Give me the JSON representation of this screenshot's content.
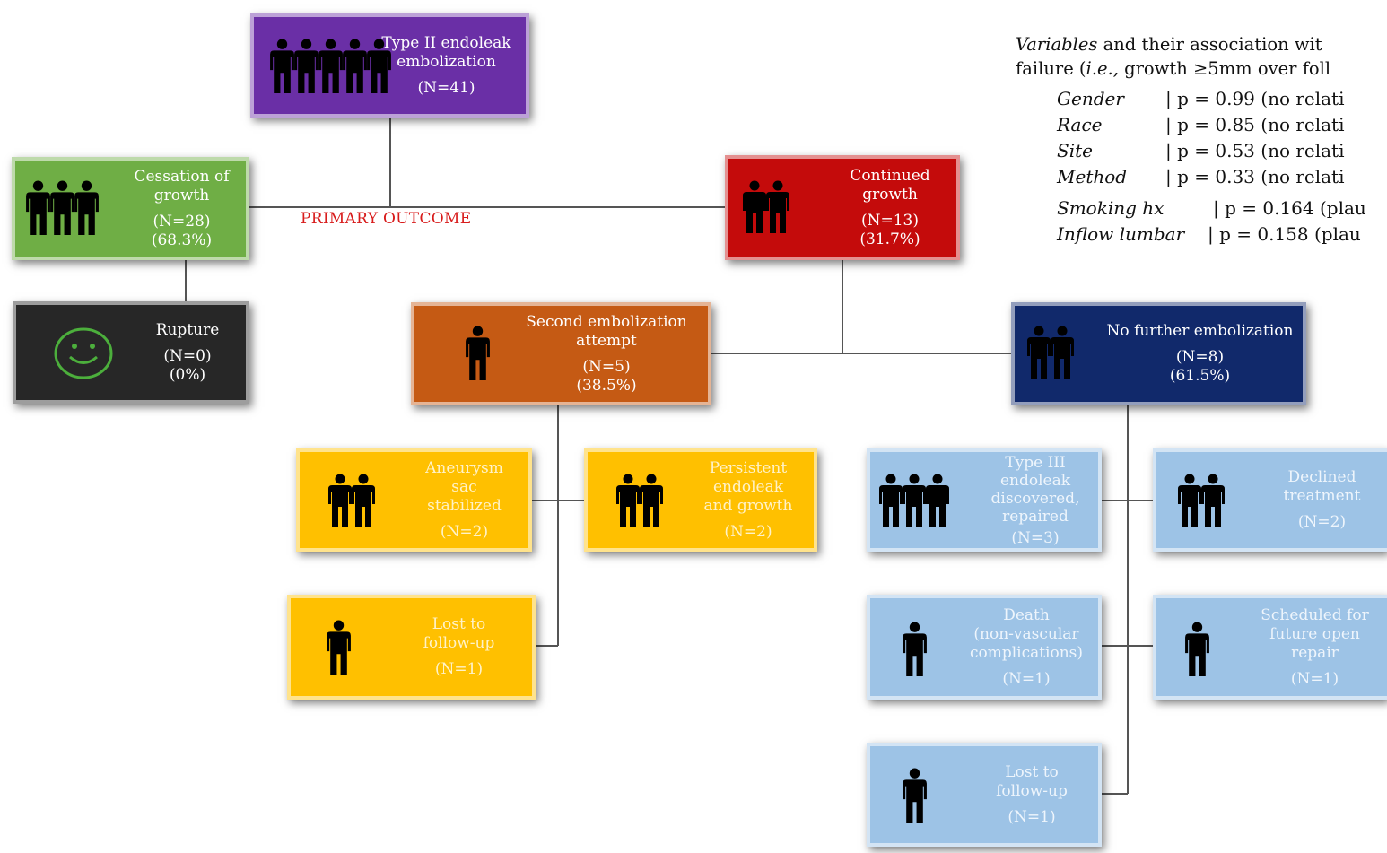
{
  "root": {
    "title": "Type II endoleak embolization",
    "line1": "Type II endoleak",
    "line2": "embolization",
    "count": "(N=41)"
  },
  "primary_outcome": "PRIMARY OUTCOME",
  "cessation": {
    "line1": "Cessation of",
    "line2": "growth",
    "count": "(N=28)",
    "pct": "(68.3%)"
  },
  "rupture": {
    "line1": "Rupture",
    "count": "(N=0)",
    "pct": "(0%)"
  },
  "continued": {
    "line1": "Continued",
    "line2": "growth",
    "count": "(N=13)",
    "pct": "(31.7%)"
  },
  "second": {
    "line1": "Second embolization",
    "line2": "attempt",
    "count": "(N=5)",
    "pct": "(38.5%)"
  },
  "no_further": {
    "line1": "No further embolization",
    "count": "(N=8)",
    "pct": "(61.5%)"
  },
  "aneurysm": {
    "line1": "Aneurysm",
    "line2": "sac",
    "line3": "stabilized",
    "count": "(N=2)"
  },
  "persistent": {
    "line1": "Persistent",
    "line2": "endoleak",
    "line3": "and growth",
    "count": "(N=2)"
  },
  "lost_left": {
    "line1": "Lost to",
    "line2": "follow-up",
    "count": "(N=1)"
  },
  "type3": {
    "line1": "Type III",
    "line2": "endoleak",
    "line3": "discovered,",
    "line4": "repaired",
    "count": "(N=3)"
  },
  "declined": {
    "line1": "Declined",
    "line2": "treatment",
    "count": "(N=2)"
  },
  "death": {
    "line1": "Death",
    "line2": "(non-vascular",
    "line3": "complications)",
    "count": "(N=1)"
  },
  "scheduled": {
    "line1": "Scheduled for",
    "line2": "future open",
    "line3": "repair",
    "count": "(N=1)"
  },
  "lost_right": {
    "line1": "Lost to",
    "line2": "follow-up",
    "count": "(N=1)"
  },
  "stats": {
    "head1_italic": "Variables",
    "head1_rest": " and their association wit",
    "head2_a": "failure (",
    "head2_italic": "i.e.,",
    "head2_b": " growth ≥5mm over foll",
    "rows": [
      {
        "name": "Gender",
        "value": "| p = 0.99 (no relati"
      },
      {
        "name": "Race",
        "value": "| p = 0.85 (no relati"
      },
      {
        "name": "Site",
        "value": "| p = 0.53 (no relati"
      },
      {
        "name": "Method",
        "value": "| p = 0.33 (no relati"
      }
    ],
    "rows2": [
      {
        "name": "Smoking hx",
        "value": "| p = 0.164 (plau"
      },
      {
        "name": "Inflow lumbar",
        "value": "| p = 0.158 (plau"
      }
    ]
  },
  "colors": {
    "purple": "#6a2fa6",
    "green": "#6fae45",
    "red": "#c40b0b",
    "black": "#272727",
    "orange": "#c55a14",
    "navy": "#11296b",
    "yellow": "#ffc000",
    "light_blue": "#9dc3e6",
    "primary_outcome": "#d81c1c",
    "smiley": "#4caf3c"
  },
  "icons": [
    "person-group-icon",
    "smiley-face-icon"
  ]
}
